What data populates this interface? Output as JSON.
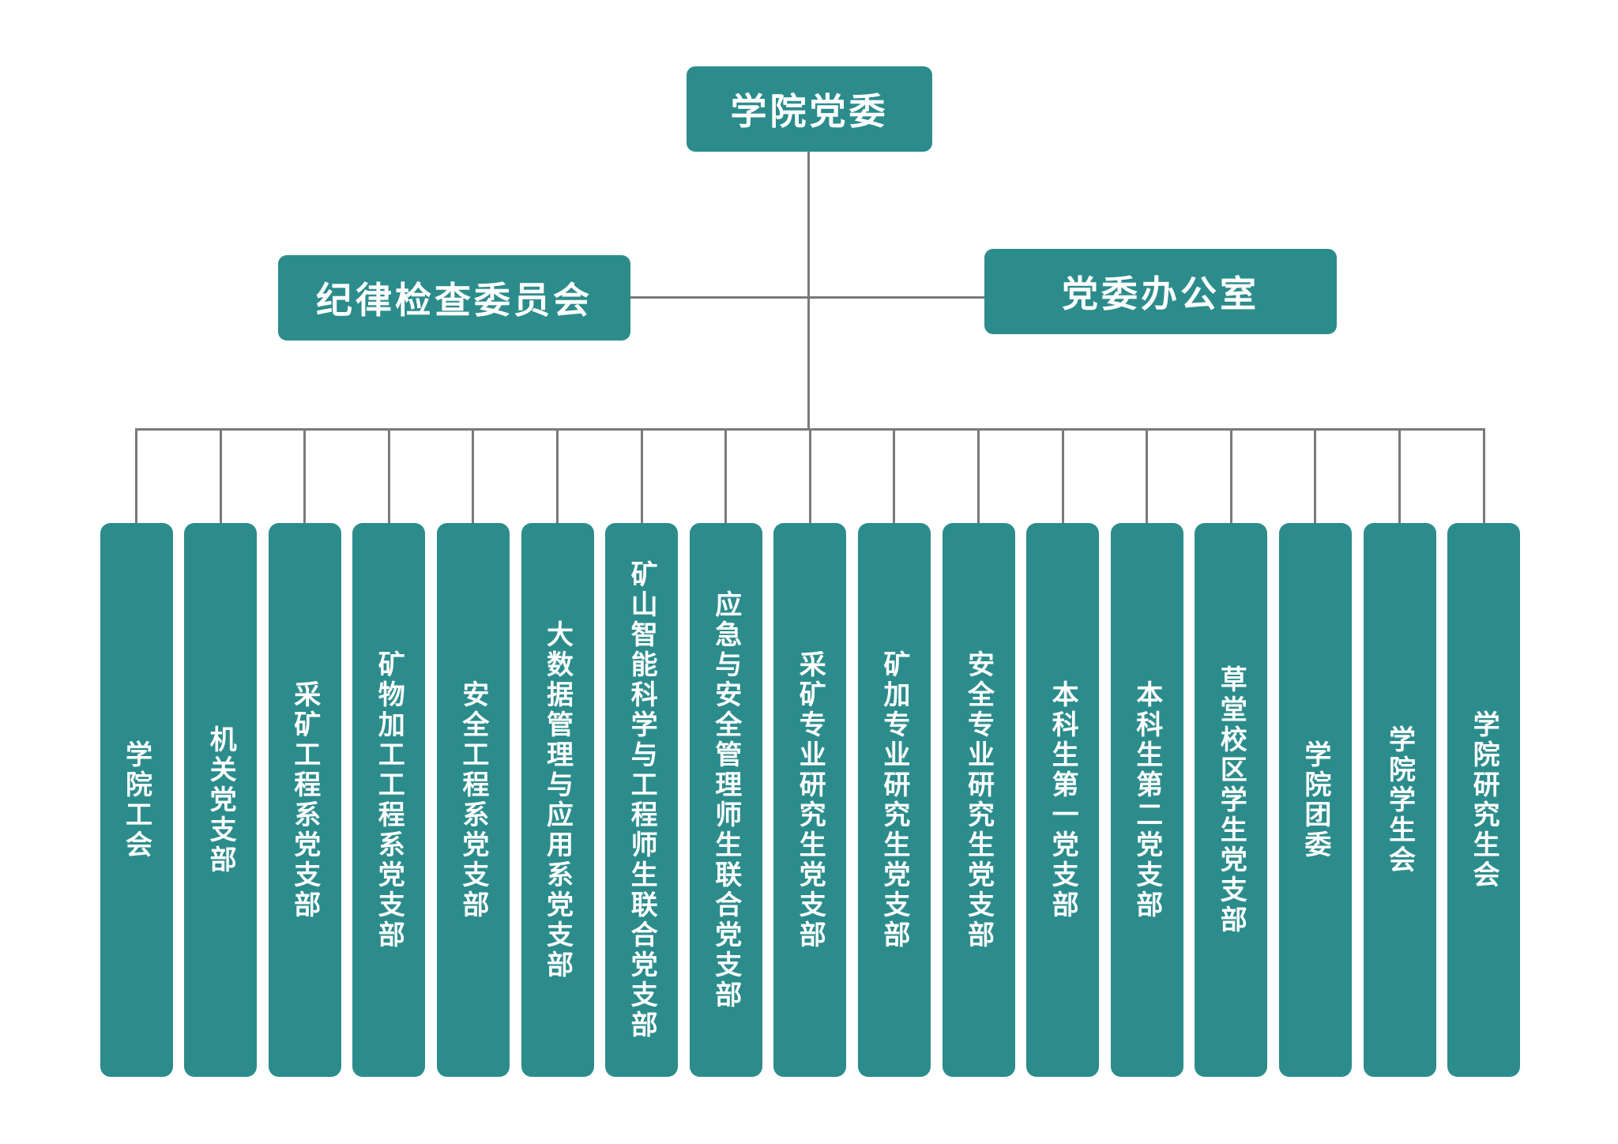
{
  "colors": {
    "node_fill": "#2c8c8c",
    "node_text": "#ffffff",
    "connector": "#7a7a7a"
  },
  "top": {
    "label": "学院党委"
  },
  "middle": {
    "left": "纪律检查委员会",
    "right": "党委办公室"
  },
  "units": [
    "学院工会",
    "机关党支部",
    "采矿工程系党支部",
    "矿物加工工程系党支部",
    "安全工程系党支部",
    "大数据管理与应用系党支部",
    "矿山智能科学与工程师生联合党支部",
    "应急与安全管理师生联合党支部",
    "采矿专业研究生党支部",
    "矿加专业研究生党支部",
    "安全专业研究生党支部",
    "本科生第一党支部",
    "本科生第二党支部",
    "草堂校区学生党支部",
    "学院团委",
    "学院学生会",
    "学院研究生会"
  ]
}
